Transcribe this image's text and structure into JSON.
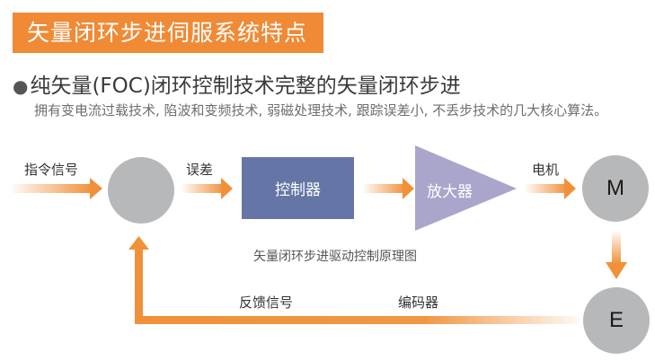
{
  "header": {
    "title": "矢量闭环步进伺服系统特点"
  },
  "feature": {
    "bullet": "●",
    "heading": "纯矢量(FOC)闭环控制技术完整的矢量闭环步进",
    "description": "拥有变电流过载技术, 陷波和变频技术, 弱磁处理技术, 跟踪误差小, 不丢步技术的几大核心算法。"
  },
  "diagram": {
    "caption": "矢量闭环步进驱动控制原理图",
    "labels": {
      "command_signal": "指令信号",
      "error": "误差",
      "motor_line": "电机",
      "feedback_signal": "反馈信号",
      "encoder": "编码器"
    },
    "blocks": {
      "controller": "控制器",
      "amplifier": "放大器",
      "motor": "M",
      "encoder": "E"
    },
    "colors": {
      "title_bg": "#f08a35",
      "arrow": "#f0913a",
      "circle": "#b7b8ba",
      "controller": "#6576a6",
      "amplifier": "#aaa5cb"
    }
  }
}
